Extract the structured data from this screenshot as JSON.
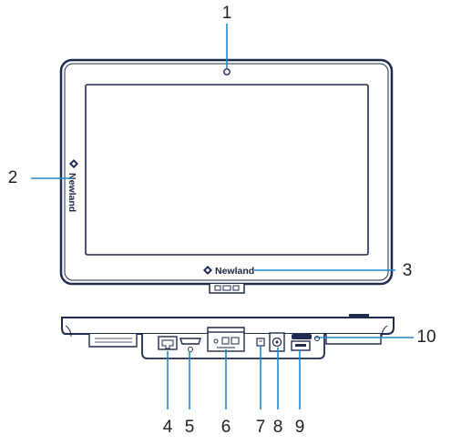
{
  "brand": {
    "name": "Newland"
  },
  "colors": {
    "outline": "#1e2a4f",
    "leader": "#1f88c8",
    "screen": "#ffffff"
  },
  "callouts": [
    "1",
    "2",
    "3",
    "4",
    "5",
    "6",
    "7",
    "8",
    "9",
    "10"
  ]
}
